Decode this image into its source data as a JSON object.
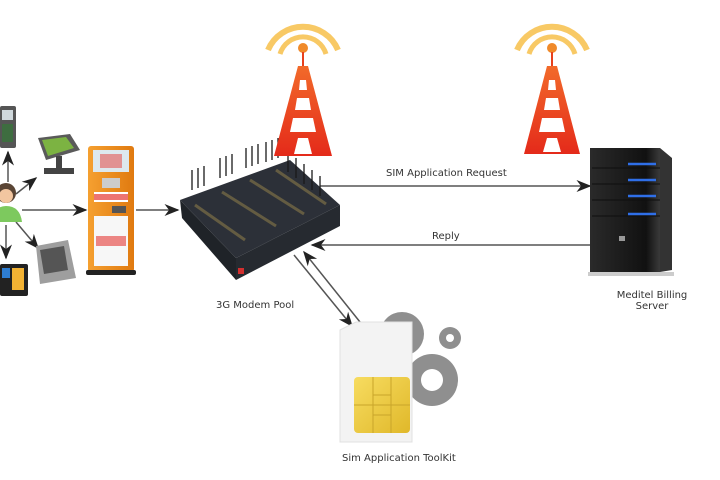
{
  "diagram": {
    "title": "SIM Application ToolKit network diagram",
    "nodes": {
      "user": {
        "name": "user",
        "icon": "person-icon"
      },
      "terminals": [
        {
          "icon": "pos-terminal-icon"
        },
        {
          "icon": "touchscreen-pos-icon"
        },
        {
          "icon": "printer-kiosk-icon"
        },
        {
          "icon": "mobile-wallet-icon"
        }
      ],
      "kiosk": {
        "icon": "payment-kiosk-icon"
      },
      "modem_pool": {
        "label": "3G Modem Pool",
        "icon": "modem-pool-icon"
      },
      "towers": [
        {
          "icon": "cell-tower-icon"
        },
        {
          "icon": "cell-tower-icon"
        }
      ],
      "server": {
        "label_line1": "Meditel Billing",
        "label_line2": "Server",
        "icon": "server-icon"
      },
      "sim_toolkit": {
        "label": "Sim Application ToolKit",
        "icon": "sim-card-gears-icon"
      }
    },
    "edges": {
      "request": "SIM Application Request",
      "reply": "Reply"
    },
    "colors": {
      "arrow": "#555555",
      "tower": "#e8401c",
      "signal": "#f7c04a",
      "kiosk": "#f08c1c",
      "server": "#1a1a1a",
      "server_led": "#2f6fe8",
      "sim_chip": "#f0cc3c",
      "gear": "#8a8a8a"
    }
  }
}
